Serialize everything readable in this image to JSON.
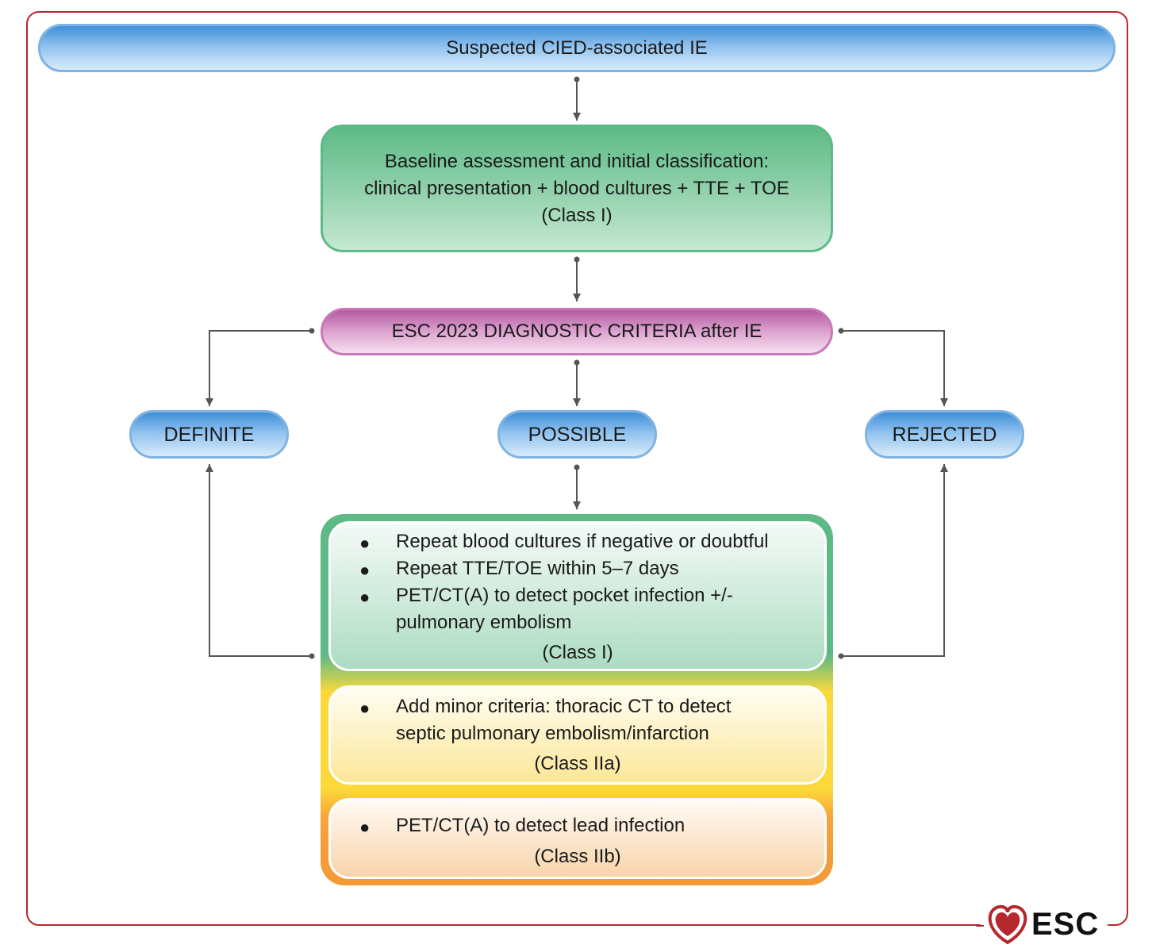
{
  "title_box": "Suspected CIED-associated IE",
  "baseline": {
    "line1": "Baseline assessment and initial classification:",
    "line2": "clinical presentation + blood cultures + TTE + TOE",
    "class": "(Class I)"
  },
  "criteria": "ESC 2023 DIAGNOSTIC CRITERIA after IE",
  "outcomes": [
    "DEFINITE",
    "POSSIBLE",
    "REJECTED"
  ],
  "steps": {
    "class1": {
      "items": [
        "Repeat blood cultures if negative or doubtful",
        "Repeat TTE/TOE within 5–7 days",
        "PET/CT(A) to detect pocket infection +/-",
        "pulmonary embolism"
      ],
      "class": "(Class I)"
    },
    "class2a": {
      "items": [
        "Add minor criteria: thoracic CT to detect",
        "septic pulmonary embolism/infarction"
      ],
      "class": "(Class IIa)"
    },
    "class2b": {
      "items": [
        "PET/CT(A) to detect lead infection"
      ],
      "class": "(Class IIb)"
    }
  },
  "logo": {
    "text": "ESC",
    "icon": "heart-icon"
  },
  "colors": {
    "frame": "#b5282e",
    "blue": "#7fb3e3",
    "green": "#5dba86",
    "pink": "#c878b8",
    "yellow": "#fcd93a",
    "orange": "#f39a36"
  }
}
